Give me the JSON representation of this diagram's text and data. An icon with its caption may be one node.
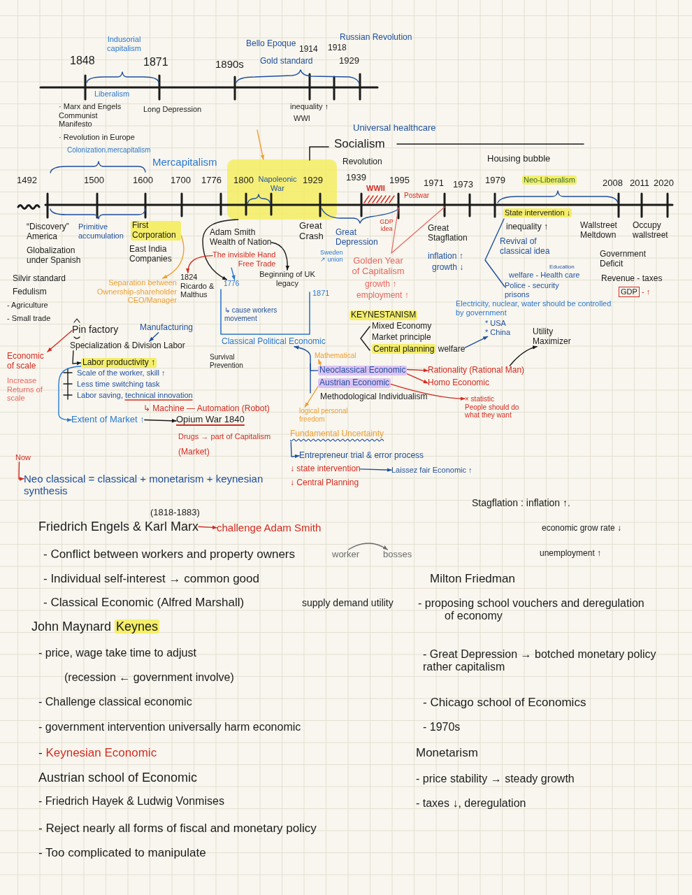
{
  "diagram": {
    "nodes": [
      {
        "text": [],
        "shape": "box"
      },
      {
        "text": [
          "First Corporation"
        ]
      },
      {
        "text": [
          "Adam Smith",
          "Wealth of Nation"
        ]
      },
      {
        "text": [
          "The invisible Hand",
          "Free Trade"
        ]
      },
      {
        "text": [
          "1776"
        ]
      },
      {
        "text": [
          "1824",
          "Ricardo & Malthus"
        ]
      },
      {
        "text": [
          "Beginning of UK legacy"
        ]
      },
      {
        "text": [
          "Separation between Ownership-shareholder CEO/Manager"
        ]
      },
      {
        "text": [
          "Pin factory"
        ]
      },
      {
        "text": [
          "Manufacturing"
        ]
      },
      {
        "text": [
          "Specialization & Division Labor"
        ]
      },
      {
        "text": [
          "Economic of scale"
        ]
      },
      {
        "text": [
          "Labor productivity ↑"
        ]
      },
      {
        "text": [
          "Extent of Market ↑"
        ]
      },
      {
        "text": [
          "Opium War 1840"
        ]
      },
      {
        "text": [
          "Classical Political Economic"
        ]
      },
      {
        "text": [
          "Mathematical"
        ]
      },
      {
        "text": [
          "Neoclassical Economic"
        ]
      },
      {
        "text": [
          "Austrian Economic"
        ]
      },
      {
        "text": [
          "Rationality (Rational Man)"
        ]
      },
      {
        "text": [
          "Homo Economic"
        ]
      },
      {
        "text": [
          "× statistic",
          "People should do what they want"
        ]
      },
      {
        "text": [
          "Central planning",
          "welfare"
        ]
      },
      {
        "text": [
          "* USA",
          "* China"
        ]
      },
      {
        "text": [
          "Utility Maximizer"
        ]
      },
      {
        "text": [
          "logical personal freedom"
        ]
      },
      {
        "text": [
          "Fundamental Uncertainty"
        ]
      },
      {
        "text": [
          "Entrepreneur trial & error process"
        ]
      },
      {
        "text": [
          "↓ state intervention"
        ]
      },
      {
        "text": [
          "Laissez fair Economic ↑"
        ]
      },
      {
        "text": [
          "Now"
        ]
      },
      {
        "text": [
          "Neo classical = classical + monetarism + keynesian synthesis"
        ]
      },
      {
        "text": [
          "Friedrich Engels & Karl Marx"
        ]
      },
      {
        "text": [
          "challenge Adam Smith"
        ]
      },
      {
        "text": [
          "worker"
        ]
      },
      {
        "text": [
          "bosses"
        ]
      },
      {
        "text": [
          "Neo-Liberalism"
        ]
      },
      {
        "text": [
          "State intervention ↓"
        ]
      },
      {
        "text": [
          "KEYNESTANISM"
        ]
      },
      {
        "text": [
          "GDP"
        ],
        "beside": [
          "- ↑"
        ]
      }
    ],
    "edges": [
      {
        "from": null,
        "to": 0,
        "arrow": "to",
        "color": "#ee9f35"
      },
      {
        "from": 1,
        "to": 7,
        "arrow": "to",
        "color": "#ee9f35"
      },
      {
        "from": 2,
        "to": 6,
        "arrow": "to",
        "color": "#1b1b1b"
      },
      {
        "from": 0,
        "to": 4,
        "arrow": "to",
        "color": "#1b1b1b"
      },
      {
        "from": 3,
        "to": 4,
        "arrow": "to",
        "color": "#2b78d0"
      },
      {
        "from": 3,
        "to": 5,
        "arrow": "to",
        "color": "#d42a20"
      },
      {
        "from": 8,
        "to": 11,
        "arrow": "to",
        "color": "#d42a20"
      },
      {
        "from": 9,
        "to": 10,
        "arrow": "to",
        "color": "#1f4f9f"
      },
      {
        "from": 10,
        "to": 12,
        "arrow": "to",
        "color": "#1b1b1b"
      },
      {
        "from": 12,
        "to": 13,
        "arrow": "to",
        "color": "#2b78d0"
      },
      {
        "from": 13,
        "to": 14,
        "arrow": "to",
        "color": "#1b1b1b"
      },
      {
        "from": 17,
        "to": 15,
        "arrow": "to",
        "color": "#1f4f9f"
      },
      {
        "from": 17,
        "to": 16,
        "arrow": "to",
        "color": "#ee9f35"
      },
      {
        "from": 17,
        "to": 19,
        "arrow": "to",
        "color": "#d42a20"
      },
      {
        "from": 17,
        "to": 20,
        "arrow": "to",
        "color": "#d42a20"
      },
      {
        "from": 18,
        "to": 21,
        "arrow": "to",
        "color": "#d42a20"
      },
      {
        "from": 18,
        "to": 25,
        "arrow": "to",
        "color": "#ee9f35"
      },
      {
        "from": 19,
        "to": 24,
        "arrow": "to",
        "color": "#1b1b1b"
      },
      {
        "from": 22,
        "to": 23,
        "arrow": "to",
        "color": "#1f4f9f"
      },
      {
        "from": 26,
        "to": 27,
        "arrow": "to",
        "color": "#1f4f9f"
      },
      {
        "from": 28,
        "to": 29,
        "arrow": "to",
        "color": "#1f4f9f"
      },
      {
        "from": 30,
        "to": 31,
        "arrow": "to",
        "color": "#d42a20"
      },
      {
        "from": 32,
        "to": 33,
        "arrow": "to",
        "color": "#d42a20"
      },
      {
        "from": 34,
        "to": 35,
        "arrow": "to",
        "color": "#6b6b6b"
      }
    ],
    "labels": [
      "Indusorial capitalism",
      "Bello Epoque",
      "Russian Revolution",
      "1914",
      "1918",
      "1848",
      "1871",
      "1890s",
      "Gold standard",
      "1929",
      "Liberalism",
      "· Marx and Engels Communist Manifesto",
      "Long Depression",
      "inequality ↑",
      "WWI",
      "· Revolution in Europe",
      "Universal healthcare",
      "Colonization.mercapitalism",
      "Socialism",
      "Mercapitalism",
      "Revolution",
      "Housing bubble",
      "1492",
      "1500",
      "1600",
      "1700",
      "1776",
      "1800",
      "Napoleonic War",
      "1929",
      "1939",
      "1995",
      "1971",
      "1973",
      "1979",
      "2008",
      "2011",
      "2020",
      "WWII",
      "Postwar",
      "“Discovery” America",
      "Primitive accumulation",
      "Great Crash",
      "GDP idea",
      "Great Depression",
      "Great Stagflation",
      "inequality ↑",
      "Wallstreet Meltdown",
      "Occupy wallstreet",
      "Revival of classical idea",
      "Globalization under Spanish",
      "East India Companies",
      "Sweden ↗ union",
      "Golden Year of Capitalism",
      "growth ↑",
      "employment ↑",
      "inflation ↑",
      "growth ↓",
      "Government Deficit",
      "Education",
      "Silvir standard",
      "welfare - Health care",
      "Police - security prisons",
      "Revenue - taxes",
      "Fedulism",
      "- Agriculture",
      "- Small trade",
      "1871",
      "↳ cause workers movement",
      "Electricity, nuclear, water should be controlled by government",
      "Mixed Economy",
      "Market principle",
      "Survival Prevention",
      "Scale of the worker, skill ↑",
      "Increase Returns of scale",
      "Less time switching task",
      "Labor saving, technical innovation",
      "Methodological Individualism",
      "↳ Machine — Automation (Robot)",
      "Drugs → part of Capitalism",
      "(Market)",
      "↓ Central Planning",
      "Stagflation : inflation ↑.",
      "(1818-1883)",
      "economic grow rate ↓",
      "- Conflict between workers and property owners",
      "unemployment ↑",
      "- Individual self-interest → common good",
      "Milton Friedman",
      "- Classical Economic (Alfred Marshall)",
      "supply demand utility",
      "- proposing school vouchers and deregulation of economy",
      "John Maynard Keynes",
      "- price, wage take time to adjust",
      "- Great Depression → botched monetary policy rather capitalism",
      "(recession ← government involve)",
      "- Challenge classical economic",
      "- Chicago school of Economics",
      "- government intervention universally harm economic",
      "- 1970s",
      "- Keynesian Economic",
      "Monetarism",
      "Austrian school of Economic",
      "- price stability → steady growth",
      "- Friedrich Hayek & Ludwig Vonmises",
      "- taxes ↓, deregulation",
      "- Reject nearly all forms of fiscal and monetary policy",
      "- Too complicated to manipulate"
    ]
  }
}
